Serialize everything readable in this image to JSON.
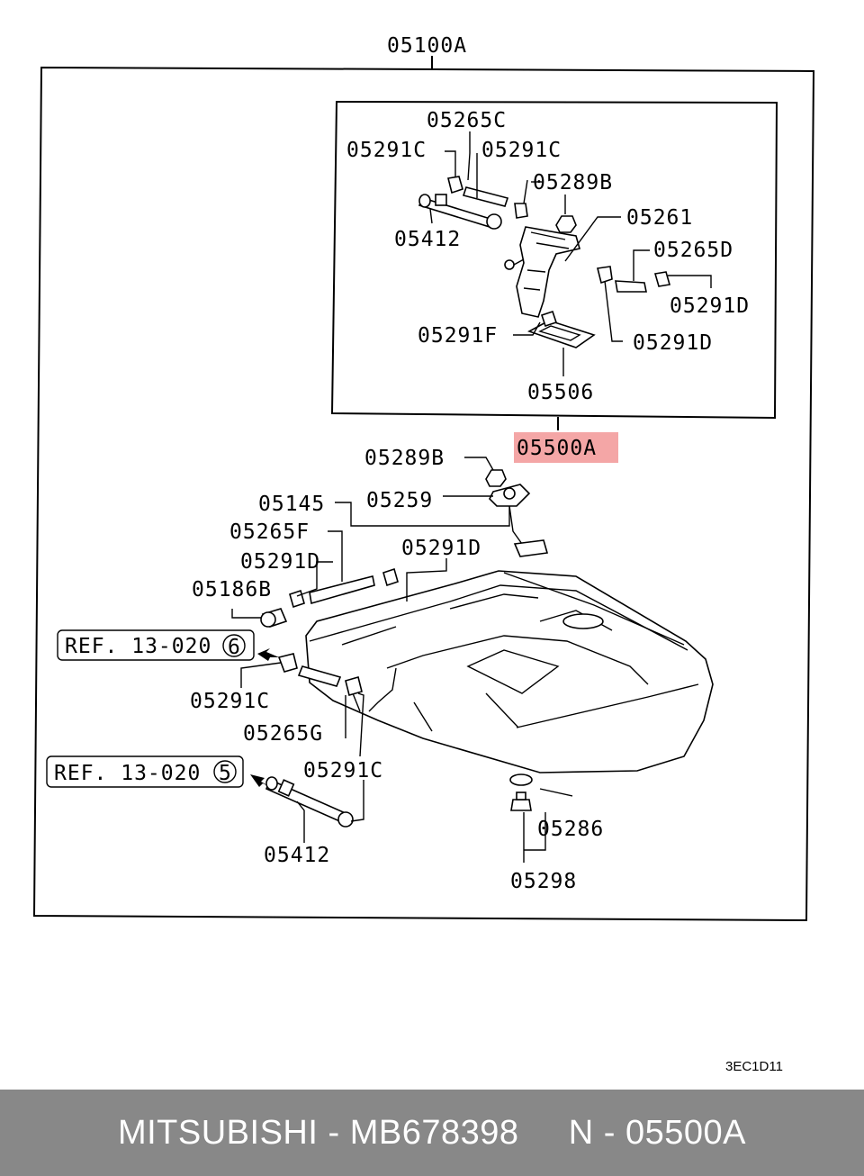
{
  "diagram": {
    "labels": {
      "assembly": "05100A",
      "hose_top": "05265C",
      "clip_left": "05291C",
      "clip_right": "05291C",
      "nut_top": "05289B",
      "pump": "05261",
      "tube_top": "05412",
      "hose_right": "05265D",
      "clip_d_right": "05291D",
      "clip_f": "05291F",
      "clip_d_lower": "05291D",
      "gasket": "05506",
      "pump_assembly": "05500A",
      "nut_mid": "05289B",
      "gauge_unit": "05259",
      "plate": "05145",
      "hose_f": "05265F",
      "clip_d_left": "05291D",
      "clip_d_mid": "05291D",
      "valve": "05186B",
      "ref_6": "REF. 13-020",
      "ref_6_num": "6",
      "clip_c_a": "05291C",
      "hose_g": "05265G",
      "clip_c_b": "05291C",
      "ref_5": "REF. 13-020",
      "ref_5_num": "5",
      "gasket_drain": "05286",
      "tube_bottom": "05412",
      "drain_plug": "05298"
    },
    "figure_code": "3EC1D11",
    "highlight_color": "#f4a6a6"
  },
  "footer": {
    "text": "MITSUBISHI - MB678398     N - 05500A"
  }
}
